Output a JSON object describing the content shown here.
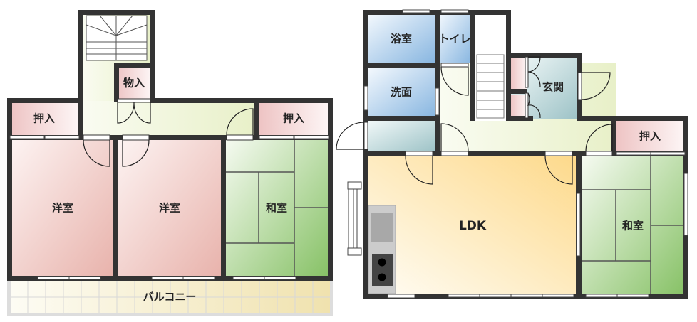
{
  "floor_2f": {
    "rooms": {
      "closet_left": "押入",
      "storage": "物入",
      "closet_right": "押入",
      "western_room_1": "洋室",
      "western_room_2": "洋室",
      "japanese_room": "和室",
      "balcony": "バルコニー"
    }
  },
  "floor_1f": {
    "rooms": {
      "bathroom": "浴室",
      "toilet": "トイレ",
      "washroom": "洗面",
      "entrance": "玄関",
      "closet": "押入",
      "ldk": "LDK",
      "japanese_room": "和室"
    }
  },
  "colors": {
    "wall": "#333333",
    "western": "#e9b4ae",
    "tatami": "#8cc66a",
    "water": "#8fb9e2",
    "ldk": "#fdd98a",
    "hall": "#eef3d6",
    "balcony": "#f0e4b0"
  }
}
